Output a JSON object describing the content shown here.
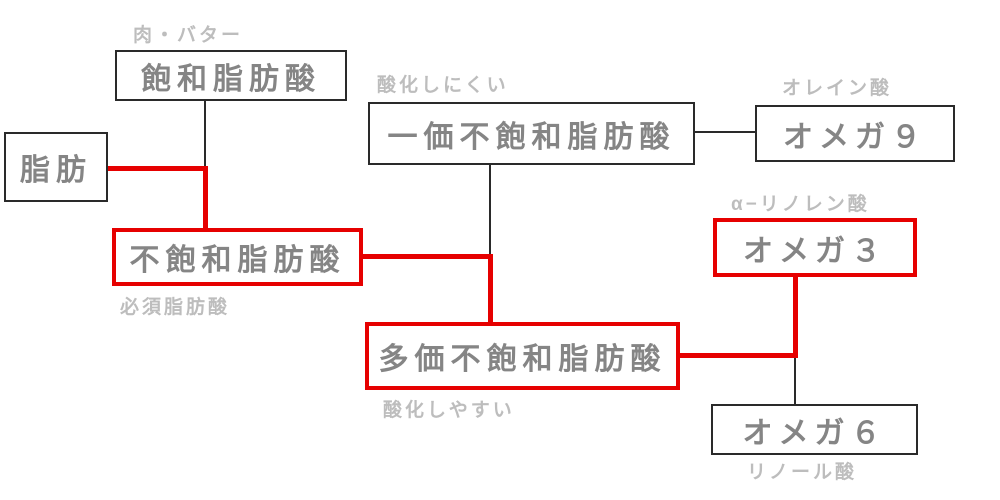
{
  "diagram": {
    "colors": {
      "red": "#e60000",
      "line-black": "#2a2a2a",
      "box-text": "#858585",
      "note-text": "#bdbdbd",
      "bg": "#ffffff"
    },
    "nodes": {
      "fat": {
        "label": "脂肪"
      },
      "saturated": {
        "label": "飽和脂肪酸",
        "note": "肉・バター"
      },
      "unsaturated": {
        "label": "不飽和脂肪酸",
        "note": "必須脂肪酸"
      },
      "monounsaturated": {
        "label": "一価不飽和脂肪酸",
        "note": "酸化しにくい"
      },
      "omega9": {
        "label": "オメガ９",
        "note": "オレイン酸"
      },
      "polyunsaturated": {
        "label": "多価不飽和脂肪酸",
        "note": "酸化しやすい"
      },
      "omega3": {
        "label": "オメガ３",
        "note": "α−リノレン酸"
      },
      "omega6": {
        "label": "オメガ６",
        "note": "リノール酸"
      }
    }
  }
}
